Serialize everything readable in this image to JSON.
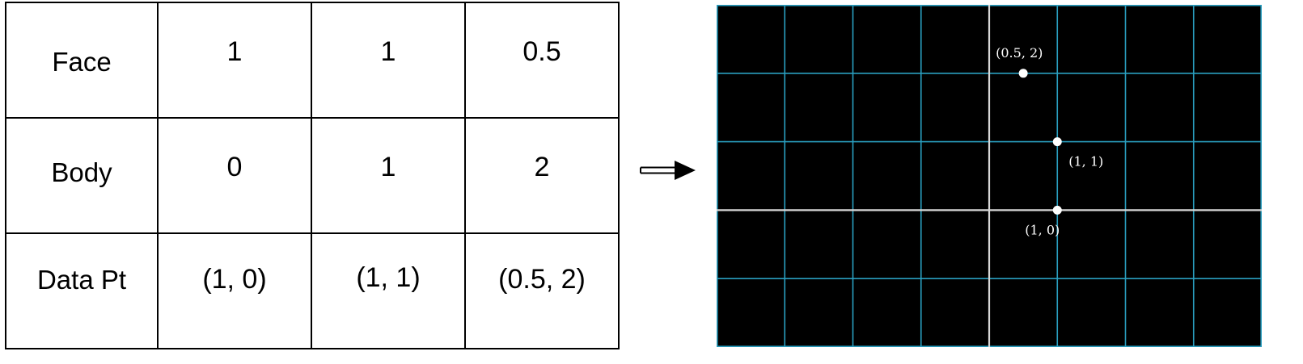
{
  "table": {
    "rows": [
      {
        "header": "Face",
        "cells": [
          "1",
          "1",
          "0.5"
        ]
      },
      {
        "header": "Body",
        "cells": [
          "0",
          "1",
          "2"
        ]
      },
      {
        "header": "Data Pt",
        "cells": [
          "(1, 0)",
          "(1, 1)",
          "(0.5, 2)"
        ]
      }
    ]
  },
  "chart_data": {
    "type": "scatter",
    "x": [
      1,
      1,
      0.5
    ],
    "y": [
      0,
      1,
      2
    ],
    "point_labels": [
      "(1, 0)",
      "(1, 1)",
      "(0.5, 2)"
    ],
    "xlim": [
      -4,
      4
    ],
    "ylim": [
      -2,
      3
    ],
    "grid": true,
    "background_color": "#000000",
    "grid_color": "#2a9fc0",
    "axis_color": "#d8d8d8",
    "point_color": "#ffffff"
  }
}
